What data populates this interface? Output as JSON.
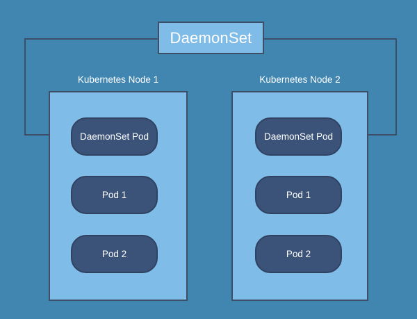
{
  "diagram": {
    "title": "DaemonSet",
    "background_color": "#4186b0",
    "node_fill_color": "#80bce8",
    "pod_fill_color": "#3c5379",
    "stroke_color": "#3d4f66",
    "text_color": "#ffffff"
  },
  "daemonset": {
    "label": "DaemonSet"
  },
  "nodes": [
    {
      "label": "Kubernetes Node 1",
      "pods": [
        {
          "label": "DaemonSet Pod"
        },
        {
          "label": "Pod 1"
        },
        {
          "label": "Pod 2"
        }
      ]
    },
    {
      "label": "Kubernetes Node 2",
      "pods": [
        {
          "label": "DaemonSet Pod"
        },
        {
          "label": "Pod 1"
        },
        {
          "label": "Pod 2"
        }
      ]
    }
  ],
  "connectors": [
    {
      "name": "daemonset-to-node1-pod",
      "direction": "left"
    },
    {
      "name": "daemonset-to-node2-pod",
      "direction": "right"
    }
  ]
}
